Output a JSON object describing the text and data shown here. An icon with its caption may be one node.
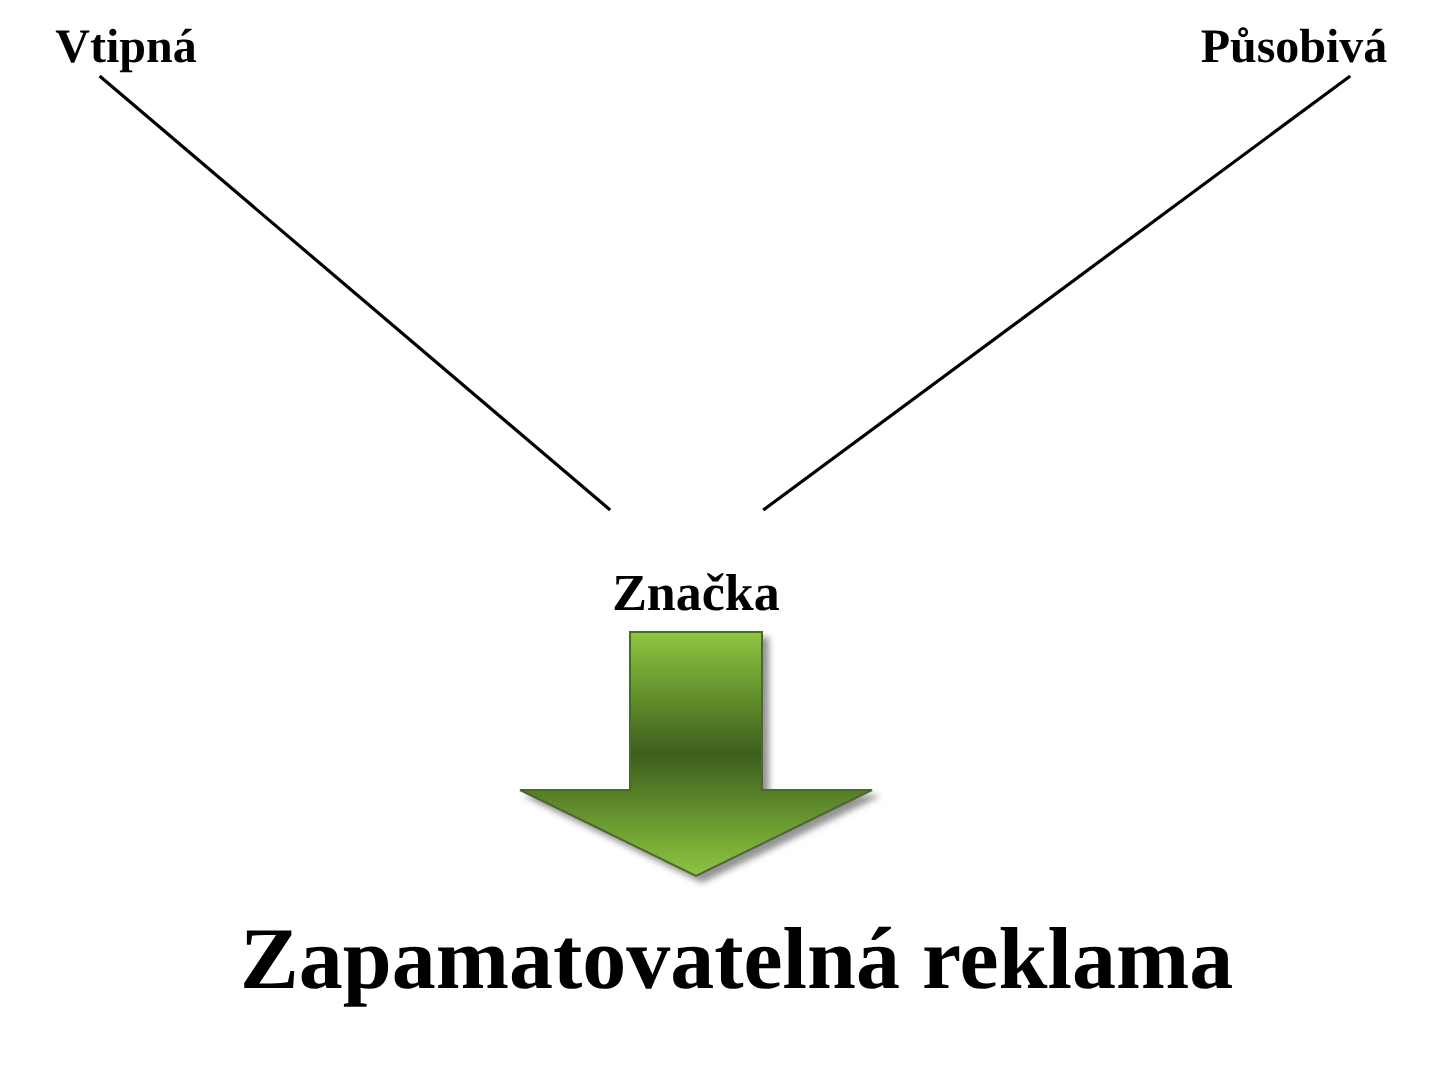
{
  "diagram": {
    "nodes": [
      {
        "text": [
          "Vtipná"
        ]
      },
      {
        "text": [
          "Působivá"
        ]
      },
      {
        "text": [
          "Značka"
        ]
      },
      {
        "text": [
          "Zapamatovatelná reklama"
        ]
      }
    ],
    "edges": [
      {
        "from": 0,
        "to": 2,
        "arrow": "none"
      },
      {
        "from": 1,
        "to": 2,
        "arrow": "none"
      },
      {
        "from": 2,
        "to": 3,
        "arrow": "to",
        "style": "thick",
        "color": "#8dc63f"
      }
    ]
  }
}
